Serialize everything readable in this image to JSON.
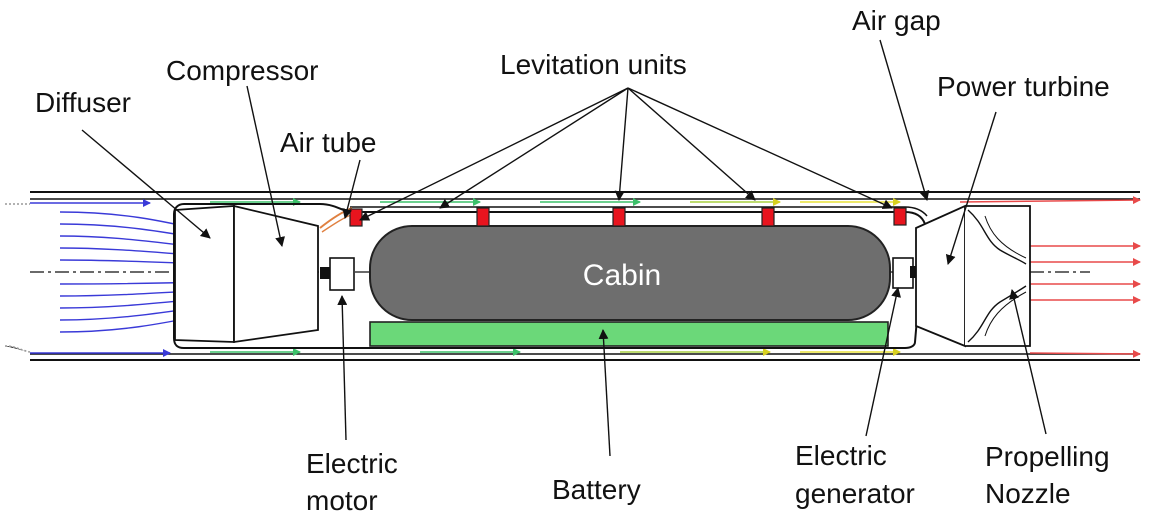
{
  "labels": {
    "air_gap": "Air gap",
    "compressor": "Compressor",
    "levitation_units": "Levitation units",
    "diffuser": "Diffuser",
    "power_turbine": "Power turbine",
    "air_tube": "Air tube",
    "cabin": "Cabin",
    "electric_motor_1": "Electric",
    "electric_motor_2": "motor",
    "battery": "Battery",
    "electric_generator_1": "Electric",
    "electric_generator_2": "generator",
    "propelling_nozzle_1": "Propelling",
    "propelling_nozzle_2": "Nozzle"
  },
  "colors": {
    "flow_inlet": "#3a3ad8",
    "flow_middle": "#3cc06a",
    "flow_yellow": "#e8e23a",
    "flow_exhaust": "#e84a4a",
    "levitation_unit": "#e8141e",
    "cabin": "#6e6e6e",
    "battery": "#6bd879"
  }
}
